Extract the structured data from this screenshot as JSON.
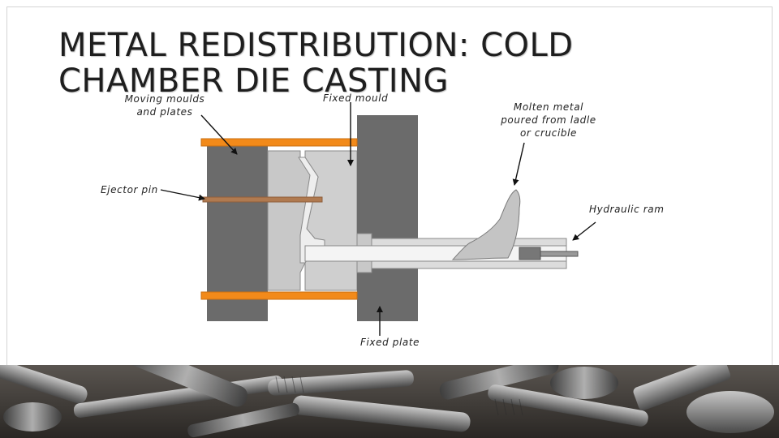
{
  "slide": {
    "title": "METAL REDISTRIBUTION: COLD CHAMBER DIE CASTING"
  },
  "labels": {
    "moving_moulds": [
      "Moving moulds",
      "and plates"
    ],
    "fixed_mould": "Fixed mould",
    "molten_metal": [
      "Molten metal",
      "poured from ladle",
      "or crucible"
    ],
    "ejector_pin": "Ejector pin",
    "hydraulic_ram": "Hydraulic ram",
    "fixed_plate": "Fixed plate"
  },
  "colors": {
    "plate": "#6b6b6b",
    "mould": "#c8c8c8",
    "mould_edge": "#8a8a8a",
    "tie_bar": "#f28a1a",
    "ejector_pin": "#b07a50",
    "metal": "#c4c4c4",
    "shot_sleeve": "#dcdcdc",
    "ram": "#777777"
  }
}
